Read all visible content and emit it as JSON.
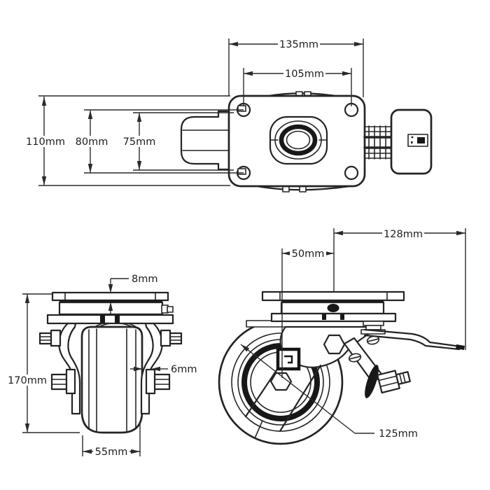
{
  "drawing": {
    "type": "caster-wheel-technical-drawing",
    "background": "#ffffff",
    "line_color": "#242424"
  },
  "dimensions": {
    "top_view": {
      "overall_width": "135mm",
      "bolt_hole_spacing_width": "105mm",
      "overall_depth": "110mm",
      "bolt_hole_spacing_depth": "80mm",
      "fork_outer_width": "75mm"
    },
    "front_view": {
      "top_plate_thickness": "8mm",
      "overall_height": "170mm",
      "wheel_wall_thickness": "6mm",
      "wheel_width": "55mm"
    },
    "side_view": {
      "overall_length": "128mm",
      "swivel_offset": "50mm",
      "wheel_diameter": "125mm"
    }
  }
}
